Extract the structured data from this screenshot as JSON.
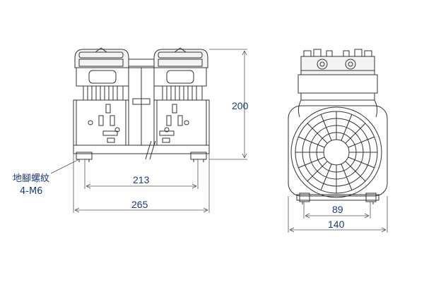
{
  "front_view": {
    "dim_width_mounting": "213",
    "dim_width_overall": "265",
    "dim_height": "200",
    "mount_note": {
      "line1": "地腳螺紋",
      "line2": "4-M6"
    }
  },
  "side_view": {
    "dim_width_mounting": "89",
    "dim_width_overall": "140"
  },
  "colors": {
    "line": "#333333",
    "dimension": "#1f3a78"
  }
}
